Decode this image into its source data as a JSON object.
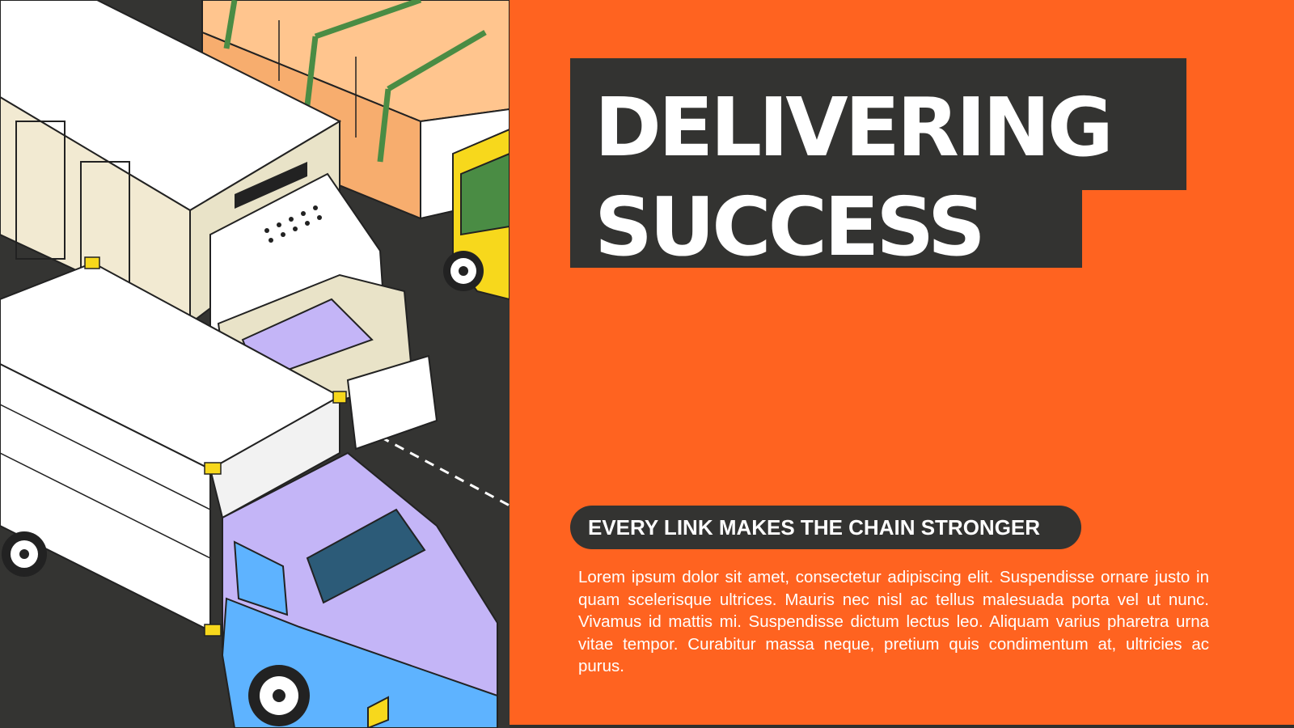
{
  "title": {
    "line1": "DELIVERING",
    "line2": "SUCCESS"
  },
  "tagline": "EVERY LINK MAKES THE CHAIN STRONGER",
  "body": "Lorem ipsum dolor sit amet, consectetur adipiscing elit. Suspendisse ornare justo in quam scelerisque ultrices. Mauris nec nisl ac tellus malesuada porta vel ut nunc. Vivamus id mattis mi. Suspendisse dictum lectus leo. Aliquam varius pharetra urna vitae tempor. Curabitur massa neque, pretium quis condimentum at, ultricies ac purus.",
  "colors": {
    "panel": "#ff6320",
    "dark": "#333331",
    "text": "#ffffff",
    "truck_lavender": "#c4b5f7",
    "truck_yellow": "#f7d81c",
    "crate_peach": "#ffc58e"
  },
  "icons": [
    "delivery-truck-illustration"
  ]
}
